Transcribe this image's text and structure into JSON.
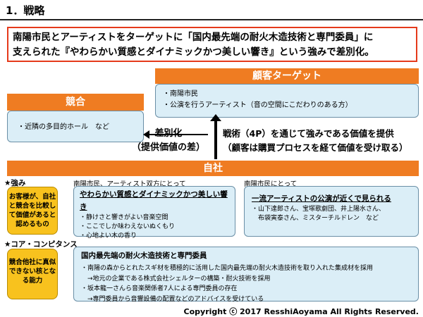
{
  "heading": "1．戦略",
  "statement": {
    "line1": "南陽市民とアーティストをターゲットに「国内最先端の耐火木造技術と専門委員」に",
    "line2": "支えられた『やわらかい質感とダイナミックかつ美しい響き』という強みで差別化。"
  },
  "customer": {
    "title": "顧客ターゲット",
    "items": [
      "・南陽市民",
      "・公演を行うアーティスト（音の空間にこだわりのある方）"
    ]
  },
  "competition": {
    "title": "競合",
    "item": "・近隣の多目的ホール　など"
  },
  "differentiation": {
    "line1": "差別化",
    "line2": "（提供価値の差）"
  },
  "value_offer": {
    "line1": "戦術（4P）を通じて強みである価値を提供",
    "line2": "（顧客は購買プロセスを経て価値を受け取る）"
  },
  "company": {
    "title": "自社"
  },
  "strength": {
    "label": "★強み",
    "summary": "お客様が、自社と競合を比較して価値があると認めるもの",
    "left": {
      "for": "南陽市民、アーティスト双方にとって",
      "title": "やわらかい質感とダイナミックかつ美しい響き",
      "items": [
        "・静けさと響きがよい音楽空間",
        "・ここでしか味わえないぬくもり",
        "・心地よい木の香り"
      ]
    },
    "right": {
      "for": "南陽市民にとって",
      "title": "一流アーティストの公演が近くで見られる",
      "items": [
        "・山下達郎さん、宝塚歌劇団、井上陽水さん、",
        "　布袋寅泰さん、ミスターチルドレン　など"
      ]
    }
  },
  "core": {
    "label": "★コア・コンピタンス",
    "summary": "競合他社に真似できない核となる能力",
    "title": "国内最先端の耐火木造技術と専門委員",
    "items": [
      "・南陽の森からとれたスギ材を積極的に活用した国内最先端の耐火木造技術を取り入れた集成材を採用",
      "　→地元の企業である株式会社シェルターの構築・耐火技術を採用",
      "・坂本龍一さんら音楽関係者7人による専門委員の存在",
      "　→専門委員から音響設備の配置などのアドバイスを受けている"
    ]
  },
  "copyright": "Copyright ⓒ 2017 ResshiAoyama All Rights Reserved."
}
